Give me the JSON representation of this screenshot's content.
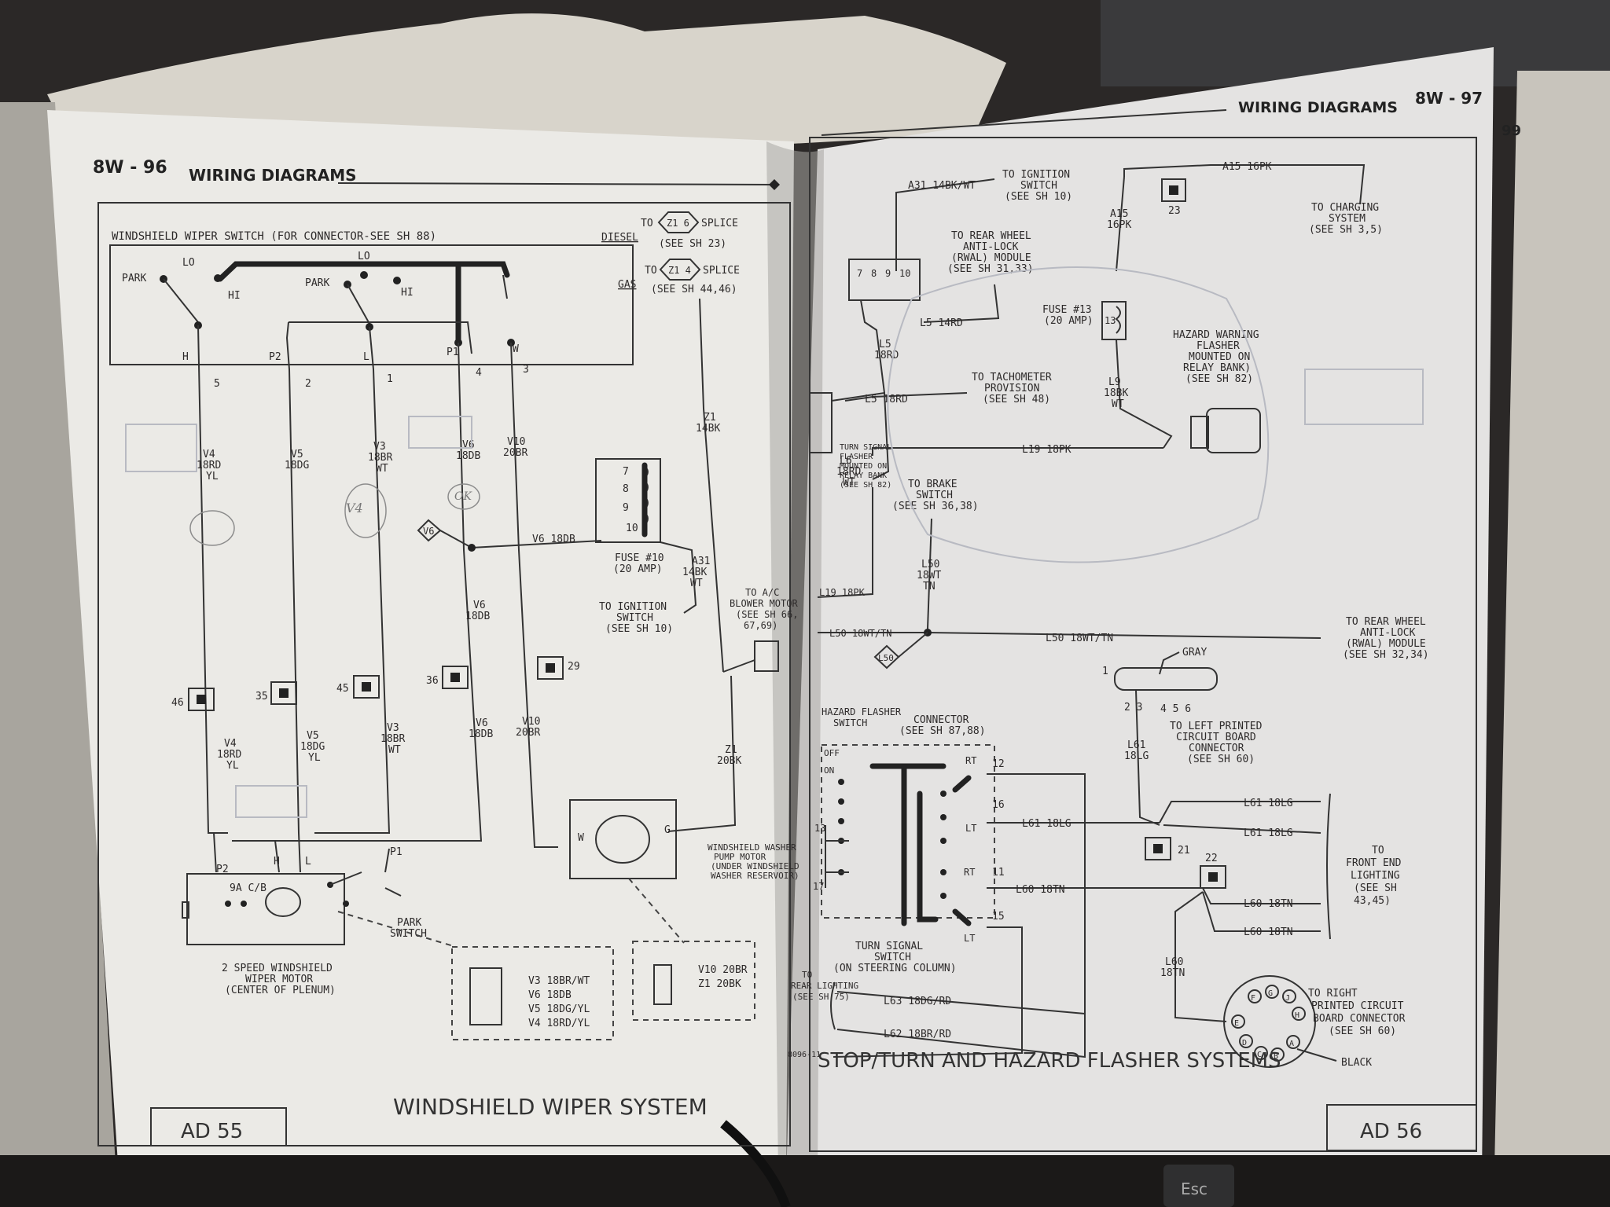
{
  "left_page": {
    "header_code": "8W - 96",
    "header_title": "WIRING DIAGRAMS",
    "footer_title": "WINDSHIELD WIPER SYSTEM",
    "footer_code": "AD 55",
    "switch_title": "WINDSHIELD WIPER SWITCH (FOR CONNECTOR-SEE SH 88)",
    "lbl_park1": "PARK",
    "lbl_park2": "PARK",
    "lbl_lo1": "LO",
    "lbl_lo2": "LO",
    "lbl_hi1": "HI",
    "lbl_hi2": "HI",
    "lbl_h": "H",
    "lbl_p2": "P2",
    "lbl_l": "L",
    "lbl_p1": "P1",
    "lbl_w": "W",
    "pin_5": "5",
    "pin_2": "2",
    "pin_1": "1",
    "pin_4": "4",
    "pin_3": "3",
    "diesel": "DIESEL",
    "diesel_to": "TO",
    "diesel_splice": "SPLICE",
    "diesel_see": "(SEE SH 23)",
    "diesel_conn": "Z1 6",
    "gas": "GAS",
    "gas_to": "TO",
    "gas_splice": "SPLICE",
    "gas_see": "(SEE SH 44,46)",
    "gas_conn": "Z1 4",
    "w_v4a": "V4",
    "w_v4b": "18RD",
    "w_v4c": "YL",
    "w_v5a": "V5",
    "w_v5b": "18DG",
    "w_v3a": "V3",
    "w_v3b": "18BR",
    "w_v3c": "WT",
    "w_v6a": "V6",
    "w_v6b": "18DB",
    "w_v10a": "V10",
    "w_v10b": "20BR",
    "w_z1a": "Z1",
    "w_z1b": "14BK",
    "fuse_pins": [
      "7",
      "8",
      "9",
      "10"
    ],
    "fuse_label1": "FUSE #10",
    "fuse_label2": "(20 AMP)",
    "v6_tag": "V6",
    "v6_18db": "V6 18DB",
    "a31a": "A31",
    "a31b": "14BK",
    "a31c": "WT",
    "ign1": "TO IGNITION",
    "ign2": "SWITCH",
    "ign3": "(SEE SH 10)",
    "ac1": "TO A/C",
    "ac2": "BLOWER MOTOR",
    "ac3": "(SEE SH 66,",
    "ac4": "67,69)",
    "v6_2a": "V6",
    "v6_2b": "18DB",
    "c46": "46",
    "c35": "35",
    "c45": "45",
    "c36": "36",
    "c29": "29",
    "l_v4a": "V4",
    "l_v4b": "18RD",
    "l_v4c": "YL",
    "l_v5a": "V5",
    "l_v5b": "18DG",
    "l_v5c": "YL",
    "l_v3a": "V3",
    "l_v3b": "18BR",
    "l_v3c": "WT",
    "l_v6a": "V6",
    "l_v6b": "18DB",
    "l_v10a": "V10",
    "l_v10b": "20BR",
    "l_z1a": "Z1",
    "l_z1b": "20BK",
    "m_p2": "P2",
    "m_h": "H",
    "m_l": "L",
    "m_p1": "P1",
    "m_cb": "9A C/B",
    "motor1": "2 SPEED WINDSHIELD",
    "motor2": "WIPER MOTOR",
    "motor3": "(CENTER OF PLENUM)",
    "park1": "PARK",
    "park2": "SWITCH",
    "pump_w": "W",
    "pump_g": "G",
    "pump1": "WINDSHIELD WASHER",
    "pump2": "PUMP MOTOR",
    "pump3": "(UNDER WINDSHIELD",
    "pump4": "WASHER RESERVOIR)",
    "conn_rows": [
      "V3 18BR/WT",
      "V6 18DB",
      "V5 18DG/YL",
      "V4 18RD/YL"
    ],
    "pconn_rows": [
      "V10 20BR",
      "Z1 20BK"
    ],
    "hand1": "V4",
    "hand2": "OK"
  },
  "right_page": {
    "header_title": "WIRING DIAGRAMS",
    "header_code": "8W - 97",
    "edge_number": "99",
    "footer_title": "STOP/TURN AND HAZARD FLASHER SYSTEMS",
    "footer_code": "AD 56",
    "a31": "A31 14BK/WT",
    "ign1": "TO IGNITION",
    "ign2": "SWITCH",
    "ign3": "(SEE SH 10)",
    "c23": "23",
    "a15_top": "A15 16PK",
    "a15a": "A15",
    "a15b": "16PK",
    "chg1": "TO CHARGING",
    "chg2": "SYSTEM",
    "chg3": "(SEE SH 3,5)",
    "rw1": "TO REAR WHEEL",
    "rw2": "ANTI-LOCK",
    "rw3": "(RWAL) MODULE",
    "rw4": "(SEE SH 31,33)",
    "cpins": [
      "7",
      "8",
      "9",
      "10"
    ],
    "l5_14rd": "L5 14RD",
    "fuse1": "FUSE #13",
    "fuse2": "(20 AMP)",
    "fuse_pin": "13",
    "l5a": "L5",
    "l5b": "18RD",
    "hz1": "HAZARD WARNING",
    "hz2": "FLASHER",
    "hz3": "MOUNTED ON",
    "hz4": "RELAY BANK)",
    "hz5": "(SEE SH 82)",
    "l9a": "L9",
    "l9b": "18BK",
    "l9c": "WT",
    "l5_18rd": "L5 18RD",
    "tach1": "TO TACHOMETER",
    "tach2": "PROVISION",
    "tach3": "(SEE SH 48)",
    "l19_18pk": "L19 18PK",
    "tsf1": "TURN SIGNAL",
    "tsf2": "FLASHER",
    "tsf3": "MOUNTED ON",
    "tsf4": "RELAY BANK",
    "tsf5": "(SEE SH 82)",
    "l6a": "L6",
    "l6b": "18RD",
    "l6c": "WT",
    "brk1": "TO BRAKE",
    "brk2": "SWITCH",
    "brk3": "(SEE SH 36,38)",
    "l50a": "L50",
    "l50b": "18WT",
    "l50c": "TN",
    "l19_left": "L19 18PK",
    "l50_left": "L50 18WT/TN",
    "l50_tag": "L50",
    "l50_right": "L50 18WT/TN",
    "rwr1": "TO REAR WHEEL",
    "rwr2": "ANTI-LOCK",
    "rwr3": "(RWAL) MODULE",
    "rwr4": "(SEE SH 32,34)",
    "gray": "GRAY",
    "gp1": "1",
    "gp23": "2 3",
    "gp456": "4 5 6",
    "lpcb1": "TO LEFT PRINTED",
    "lpcb2": "CIRCUIT BOARD",
    "lpcb3": "CONNECTOR",
    "lpcb4": "(SEE SH 60)",
    "l61a": "L61",
    "l61b": "18LG",
    "hfs1": "HAZARD FLASHER",
    "hfs2": "SWITCH",
    "conn1": "CONNECTOR",
    "conn2": "(SEE SH 87,88)",
    "off": "OFF",
    "on": "ON",
    "rt1": "RT",
    "lt1": "LT",
    "rt2": "RT",
    "lt2": "LT",
    "p12": "12",
    "p16": "16",
    "p11": "11",
    "p15": "15",
    "p13": "13",
    "p17": "17",
    "l61_mid": "L61 18LG",
    "l60_mid": "L60 18TN",
    "c21": "21",
    "c22": "22",
    "l61_r1": "L61 18LG",
    "l61_r2": "L61 18LG",
    "l60_r1": "L60 18TN",
    "l60_r2": "L60 18TN",
    "fe1": "TO",
    "fe2": "FRONT END",
    "fe3": "LIGHTING",
    "fe4": "(SEE SH",
    "fe5": "43,45)",
    "l60a": "L60",
    "l60b": "18TN",
    "rp1": "TO RIGHT",
    "rp2": "PRINTED CIRCUIT",
    "rp3": "BOARD CONNECTOR",
    "rp4": "(SEE SH 60)",
    "black": "BLACK",
    "pcb_letters": [
      "A",
      "B",
      "C",
      "D",
      "E",
      "F",
      "G",
      "H",
      "J"
    ],
    "ts1": "TURN SIGNAL",
    "ts2": "SWITCH",
    "ts3": "(ON STEERING COLUMN)",
    "rl1": "TO",
    "rl2": "REAR LIGHTING",
    "rl3": "(SEE SH 75)",
    "l63": "L63 18DG/RD",
    "l62": "L62 18BR/RD",
    "margin_code": "8096-11"
  },
  "key_label": "Esc"
}
